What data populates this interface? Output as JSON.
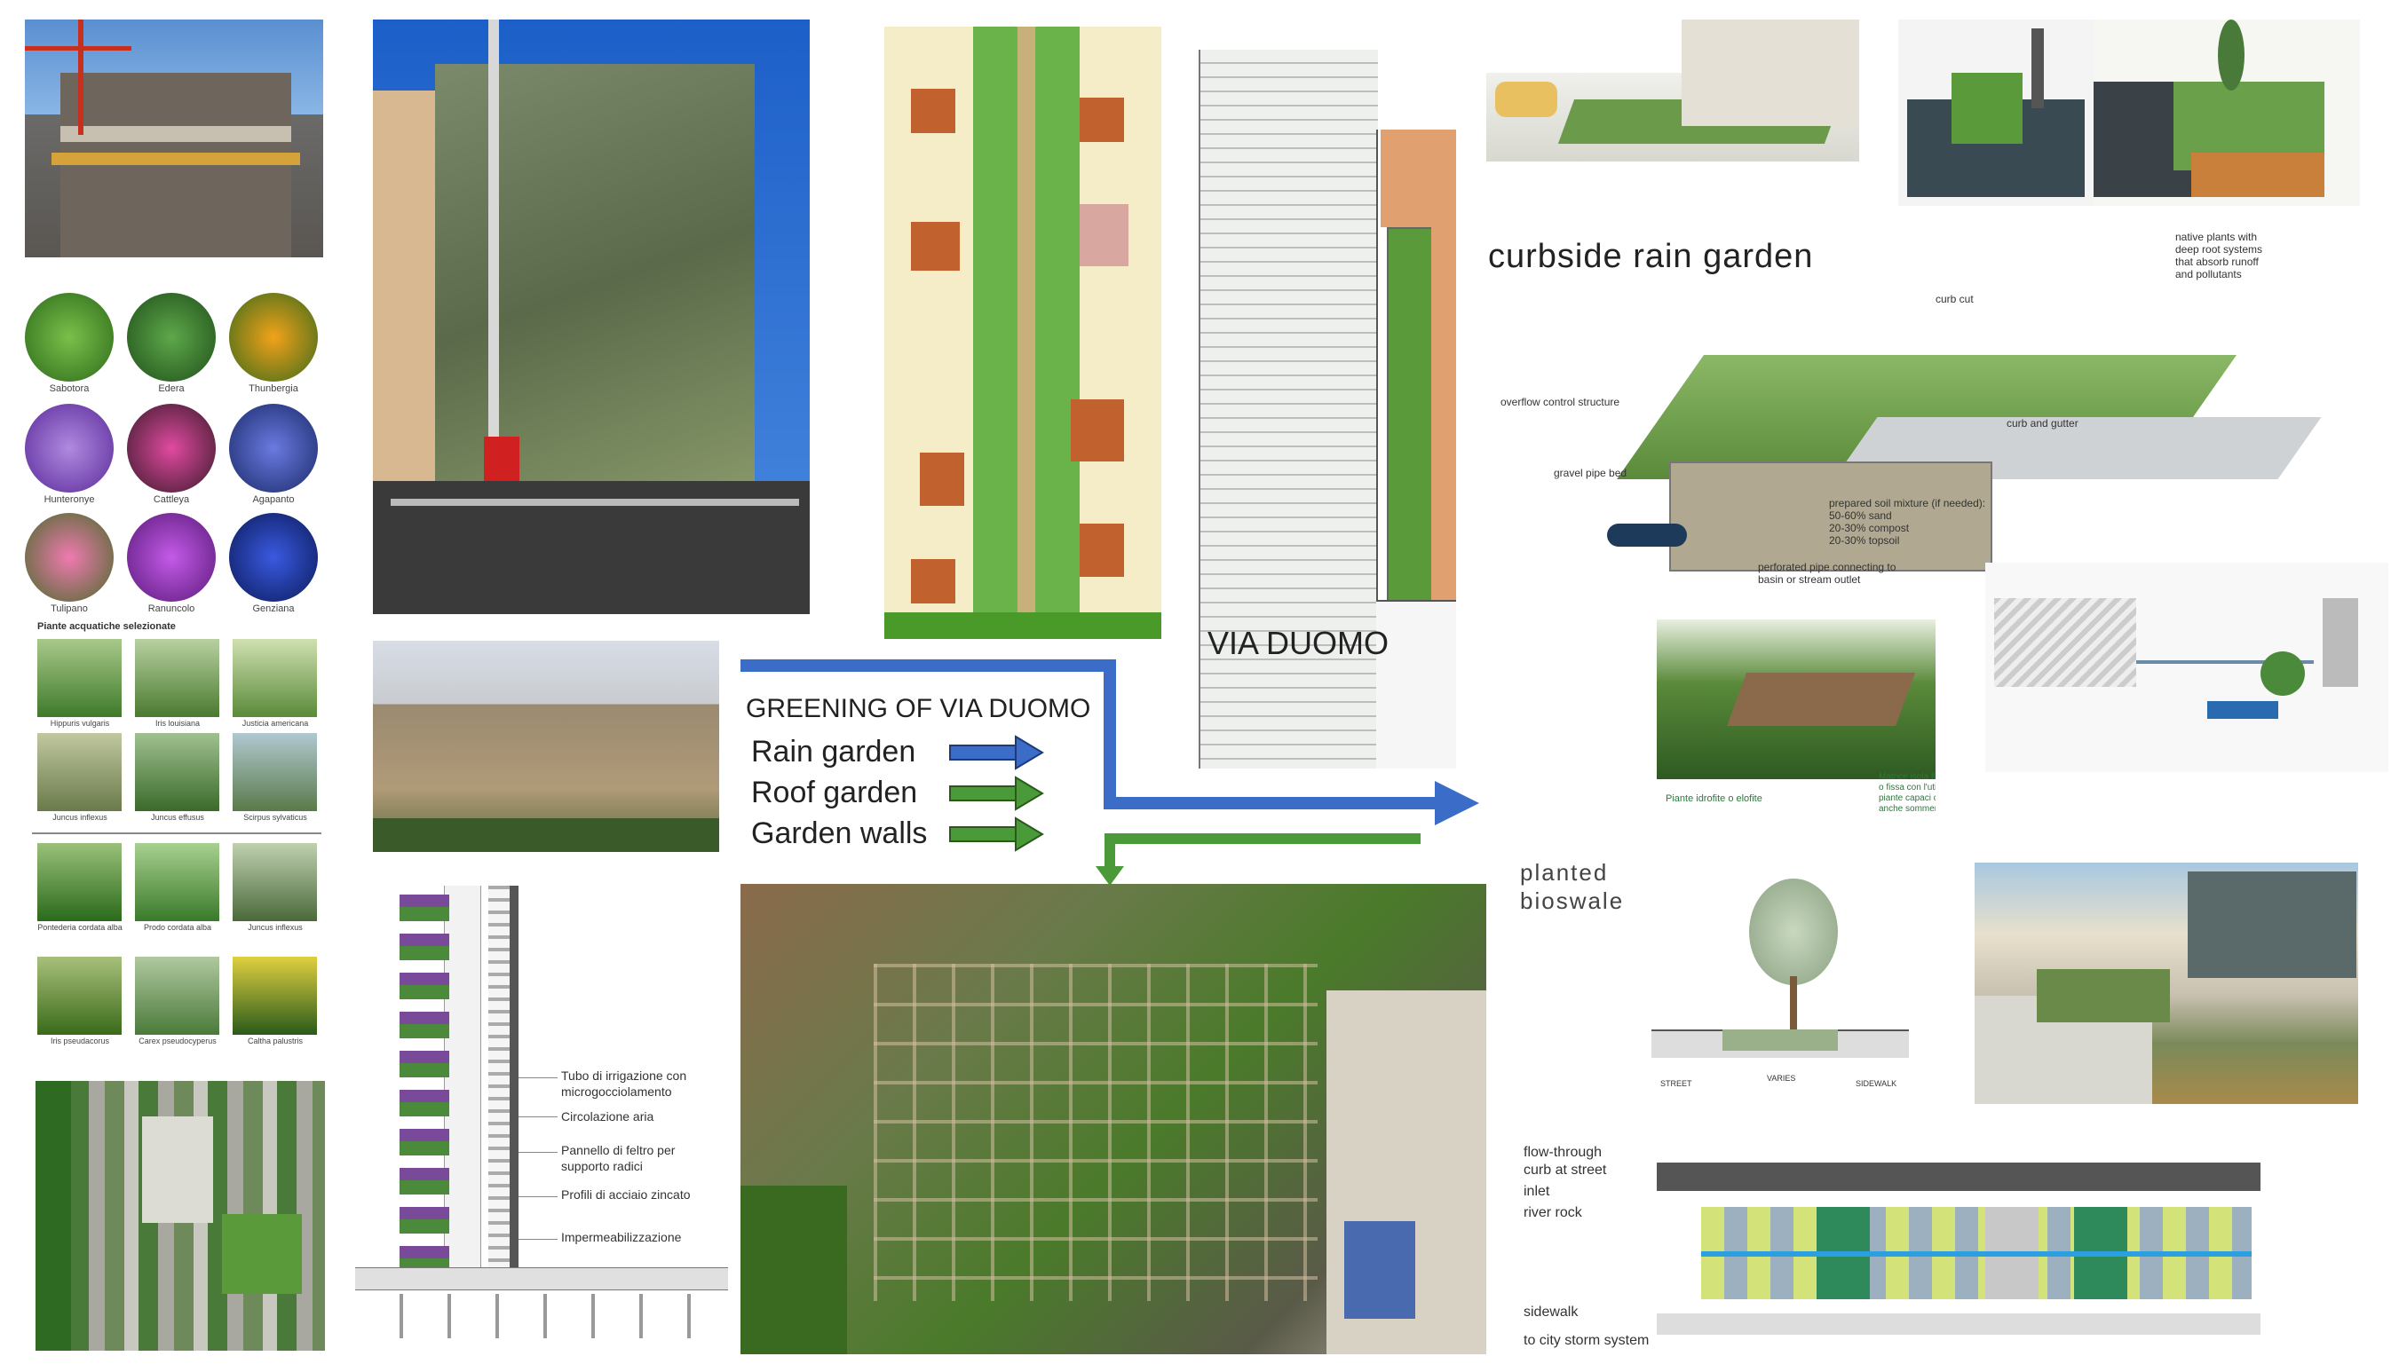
{
  "colors": {
    "arrow_blue": "#3a6cc8",
    "arrow_green": "#4a9a3a",
    "plant_green": "#3f8a2a",
    "brick": "#b0552e"
  },
  "plants_grid": {
    "row1": [
      "Sabotora",
      "Edera",
      "Thunbergia"
    ],
    "row2": [
      "Hunteronye",
      "Cattleya",
      "Agapanto"
    ],
    "row3": [
      "Tulipano",
      "Ranuncolo",
      "Genziana"
    ]
  },
  "aquatic": {
    "title": "Piante acquatiche selezionate",
    "row1": [
      "Hippuris vulgaris",
      "Iris louisiana",
      "Justicia americana"
    ],
    "row2": [
      "Juncus inflexus",
      "Juncus effusus",
      "Scirpus sylvaticus"
    ],
    "row3": [
      "Pontederia cordata alba",
      "Prodo cordata alba",
      "Juncus inflexus"
    ],
    "row4": [
      "Iris pseudacorus",
      "Carex pseudocyperus",
      "Caltha palustris"
    ]
  },
  "wall_section": {
    "labels": [
      "Tubo di irrigazione con",
      "microgocciolamento",
      "Circolazione aria",
      "Pannello di feltro per",
      "supporto radici",
      "Profili di acciaio zincato",
      "Impermeabilizzazione"
    ]
  },
  "legend": {
    "title": "GREENING OF VIA DUOMO",
    "items": [
      "Rain garden",
      "Roof garden",
      "Garden walls"
    ]
  },
  "plan": {
    "street_label": "VIA DUOMO"
  },
  "curbside": {
    "title": "curbside rain garden",
    "labels": [
      "native plants with",
      "deep root systems",
      "that absorb runoff",
      "and pollutants",
      "curb cut",
      "overflow control structure",
      "curb and gutter",
      "gravel pipe bed",
      "prepared soil mixture (if needed):",
      "50-60% sand",
      "20-30% compost",
      "20-30% topsoil",
      "perforated pipe connecting to",
      "basin or stream outlet"
    ]
  },
  "wetland": {
    "labels": [
      "Piante idrofite o elofite",
      "Matrice isola flottante",
      "o fissa con l'utilizzo di",
      "piante capaci di resistere",
      "anche sommerse"
    ]
  },
  "bioswale": {
    "title_line1": "planted",
    "title_line2": "bioswale",
    "section_labels": [
      "STREET",
      "VARIES",
      "SIDEWALK"
    ]
  },
  "flowthrough": {
    "labels": [
      "flow-through",
      "curb at street",
      "inlet",
      "river rock",
      "sidewalk",
      "to city storm system"
    ]
  }
}
